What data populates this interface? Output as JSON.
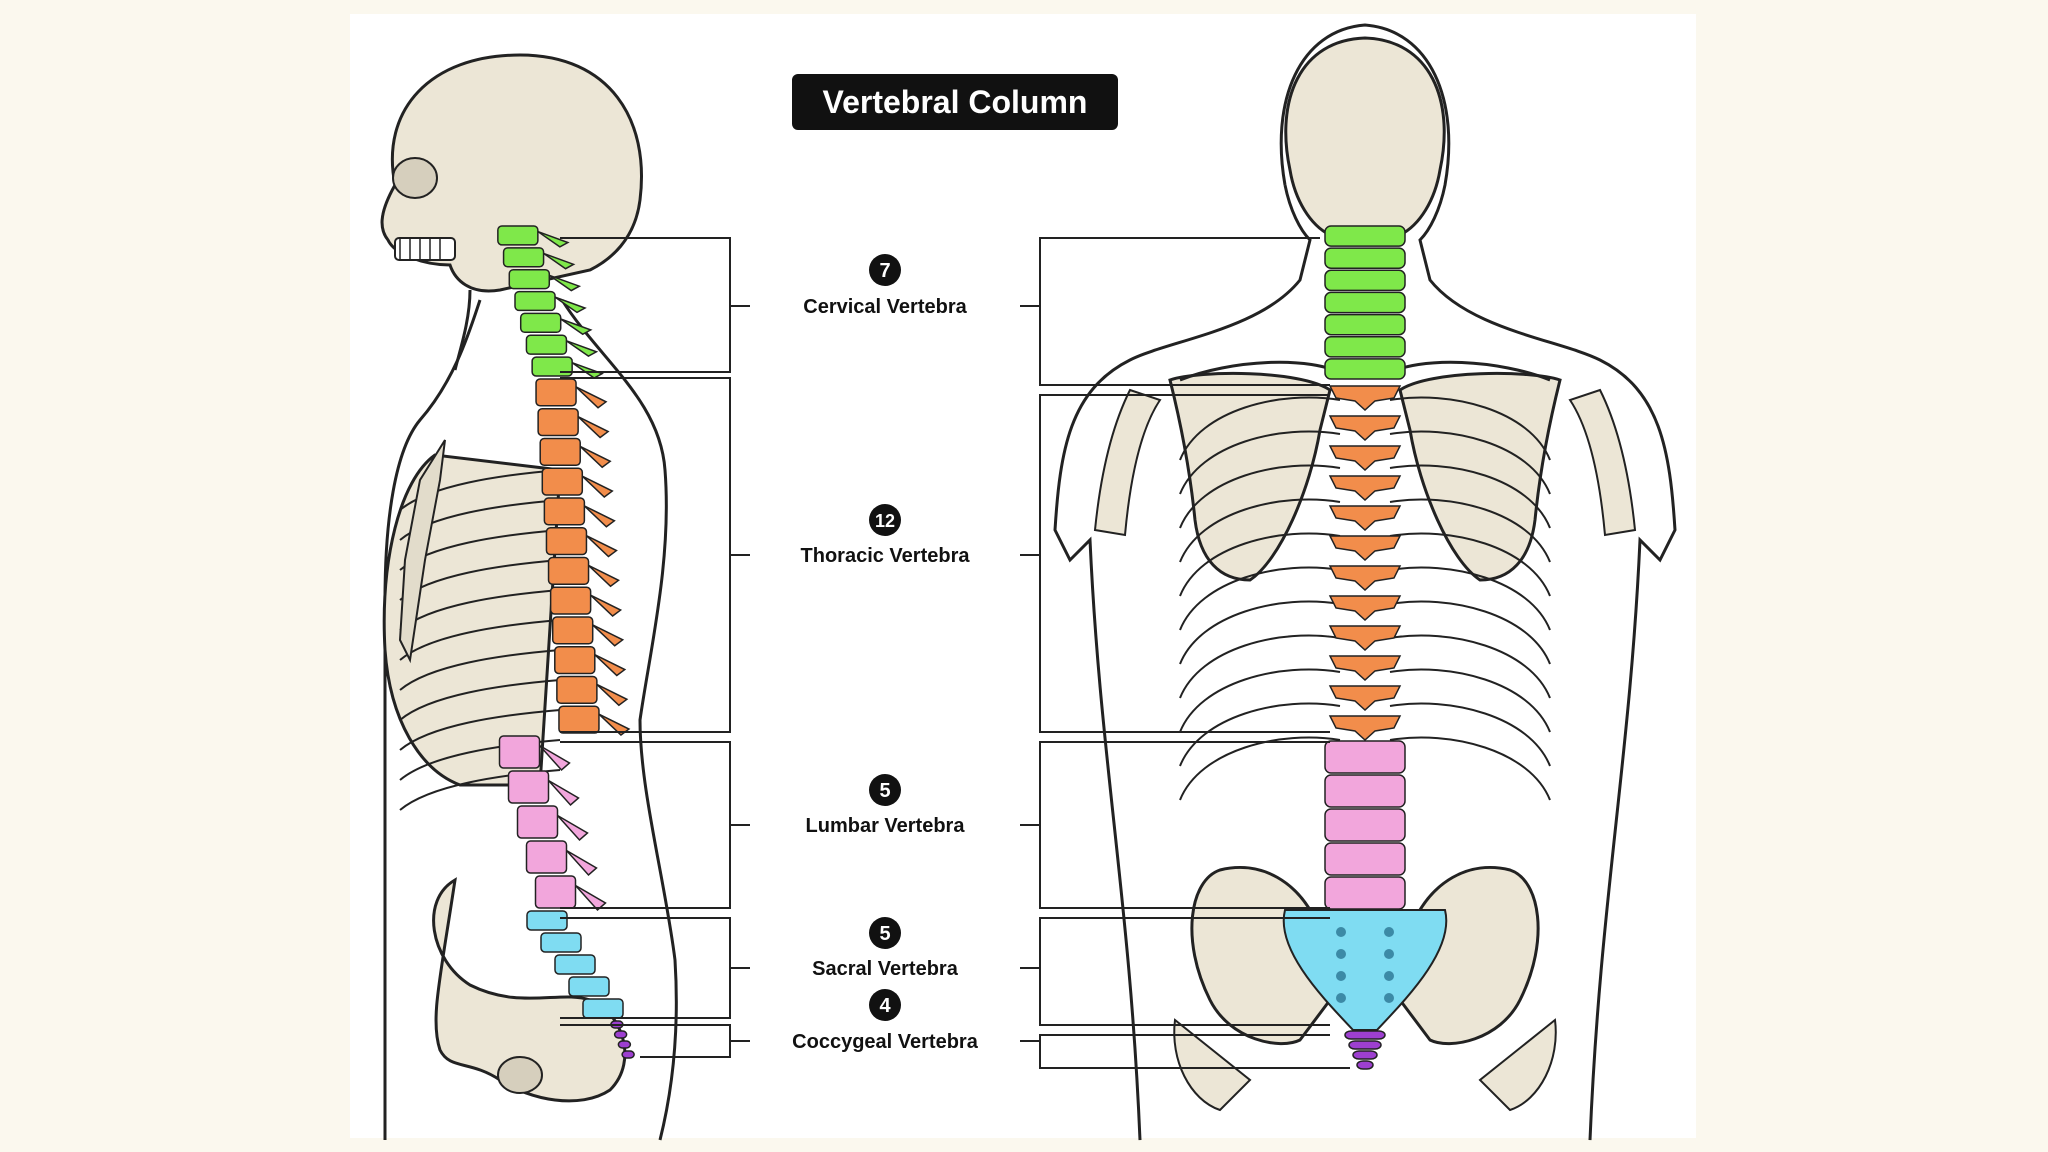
{
  "title": "Vertebral Column",
  "labels": [
    {
      "count": "7",
      "name": "Cervical Vertebra",
      "color": "#7fe84a"
    },
    {
      "count": "12",
      "name": "Thoracic Vertebra",
      "color": "#f28d4b"
    },
    {
      "count": "5",
      "name": "Lumbar Vertebra",
      "color": "#f2a6dc"
    },
    {
      "count": "5",
      "name": "Sacral Vertebra",
      "color": "#7fdcf2"
    },
    {
      "count": "4",
      "name": "Coccygeal Vertebra",
      "color": "#9d3fd0"
    }
  ],
  "colors": {
    "bone": "#ece6d6",
    "outline": "#222222",
    "title_bg": "#111111",
    "title_fg": "#ffffff",
    "panel": "#ffffff",
    "page": "#fbf8ee"
  }
}
